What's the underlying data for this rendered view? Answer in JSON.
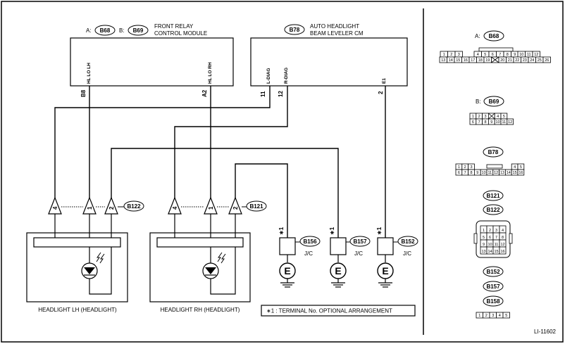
{
  "modules": {
    "front_relay": {
      "connector_prefix_a": "A:",
      "connector_a": "B68",
      "connector_prefix_b": "B:",
      "connector_b": "B69",
      "title_line1": "FRONT RELAY",
      "title_line2": "CONTROL MODULE",
      "pin_hl_lo_lh": "HL LO LH",
      "pin_hl_lo_rh": "HL LO RH",
      "terminal_b8": "B8",
      "terminal_a2": "A2"
    },
    "auto_headlight": {
      "connector": "B78",
      "title_line1": "AUTO HEADLIGHT",
      "title_line2": "BEAM LEVELER CM",
      "pin_l_diag": "L-DIAG",
      "pin_r_diag": "R-DIAG",
      "pin_e1": "E1",
      "terminal_11": "11",
      "terminal_12": "12",
      "terminal_2": "2"
    }
  },
  "headlights": {
    "lh": {
      "connector": "B122",
      "pins": [
        "4",
        "1",
        "2"
      ],
      "label": "HEADLIGHT LH (HEADLIGHT)"
    },
    "rh": {
      "connector": "B121",
      "pins": [
        "4",
        "1",
        "2"
      ],
      "label": "HEADLIGHT RH (HEADLIGHT)"
    }
  },
  "ground_connectors": [
    {
      "connector": "B156",
      "type": "J/C",
      "star": "∗1"
    },
    {
      "connector": "B157",
      "type": "J/C",
      "star": "∗1"
    },
    {
      "connector": "B152",
      "type": "J/C",
      "star": "∗1"
    }
  ],
  "ground_symbol": "E",
  "legend_note": "∗1 : TERMINAL No. OPTIONAL ARRANGEMENT",
  "connector_views": {
    "b68": {
      "prefix": "A:",
      "name": "B68",
      "row1": [
        "1",
        "2",
        "3",
        "4",
        "5",
        "6",
        "7",
        "8",
        "9",
        "10",
        "11",
        "12"
      ],
      "row2": [
        "13",
        "14",
        "15",
        "16",
        "17",
        "18",
        "19",
        "20",
        "21",
        "22",
        "23",
        "24",
        "25",
        "26"
      ]
    },
    "b69": {
      "prefix": "B:",
      "name": "B69",
      "row1": [
        "1",
        "2",
        "3",
        "4",
        "5"
      ],
      "row2": [
        "6",
        "7",
        "8",
        "9",
        "10",
        "11",
        "12"
      ]
    },
    "b78": {
      "name": "B78",
      "row1": [
        "1",
        "2",
        "3",
        "4",
        "5"
      ],
      "row2": [
        "6",
        "7",
        "8",
        "9",
        "10",
        "11",
        "12",
        "13",
        "14",
        "15",
        "16"
      ]
    },
    "b121_b122": {
      "names": [
        "B121",
        "B122"
      ],
      "cells": [
        "1",
        "2",
        "3",
        "4",
        "5",
        "6",
        "7",
        "8",
        "9",
        "10",
        "11",
        "12",
        "13",
        "14",
        "15",
        "16"
      ]
    },
    "b152_b157_b158": {
      "names": [
        "B152",
        "B157",
        "B158"
      ],
      "cells": [
        "1",
        "2",
        "3",
        "4",
        "5"
      ]
    }
  },
  "figure_id": "LI-11602"
}
